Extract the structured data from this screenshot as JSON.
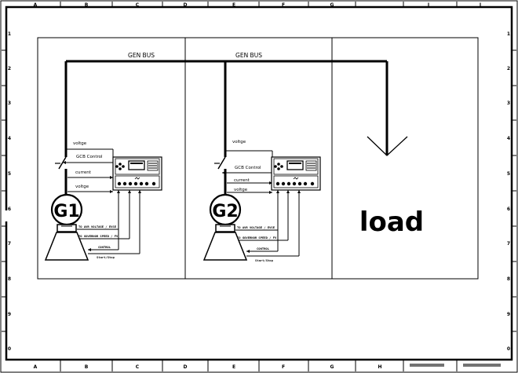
{
  "sheet": {
    "columns": [
      "A",
      "B",
      "C",
      "D",
      "E",
      "F",
      "G",
      "H",
      "I",
      "J"
    ],
    "rows": [
      "1",
      "2",
      "3",
      "4",
      "5",
      "6",
      "7",
      "8",
      "9",
      "0"
    ]
  },
  "bus": {
    "left_label": "GEN BUS",
    "right_label": "GEN BUS"
  },
  "gen1": {
    "label": "G1",
    "voltage_top": "voltge",
    "gcb": "GCB Control",
    "current": "current",
    "voltage": "voltge",
    "avr": "TO AVR  VOLTAGE / EVSE",
    "governor": "TO GOVERNOR  SPEED / FV",
    "control": "CONTROL",
    "startstop": "Start/Stop"
  },
  "gen2": {
    "label": "G2",
    "voltage_top": "voltge",
    "gcb": "GCB Control",
    "current": "current",
    "voltage": "voltge",
    "avr": "TO AVR  VOLTAGE / EVSE",
    "governor": "TO GOVERNOR  SPEED / FV",
    "control": "CONTROL",
    "startstop": "Start/Stop"
  },
  "load": {
    "label": "load"
  },
  "colors": {
    "ink": "#000000",
    "paper": "#ffffff"
  }
}
